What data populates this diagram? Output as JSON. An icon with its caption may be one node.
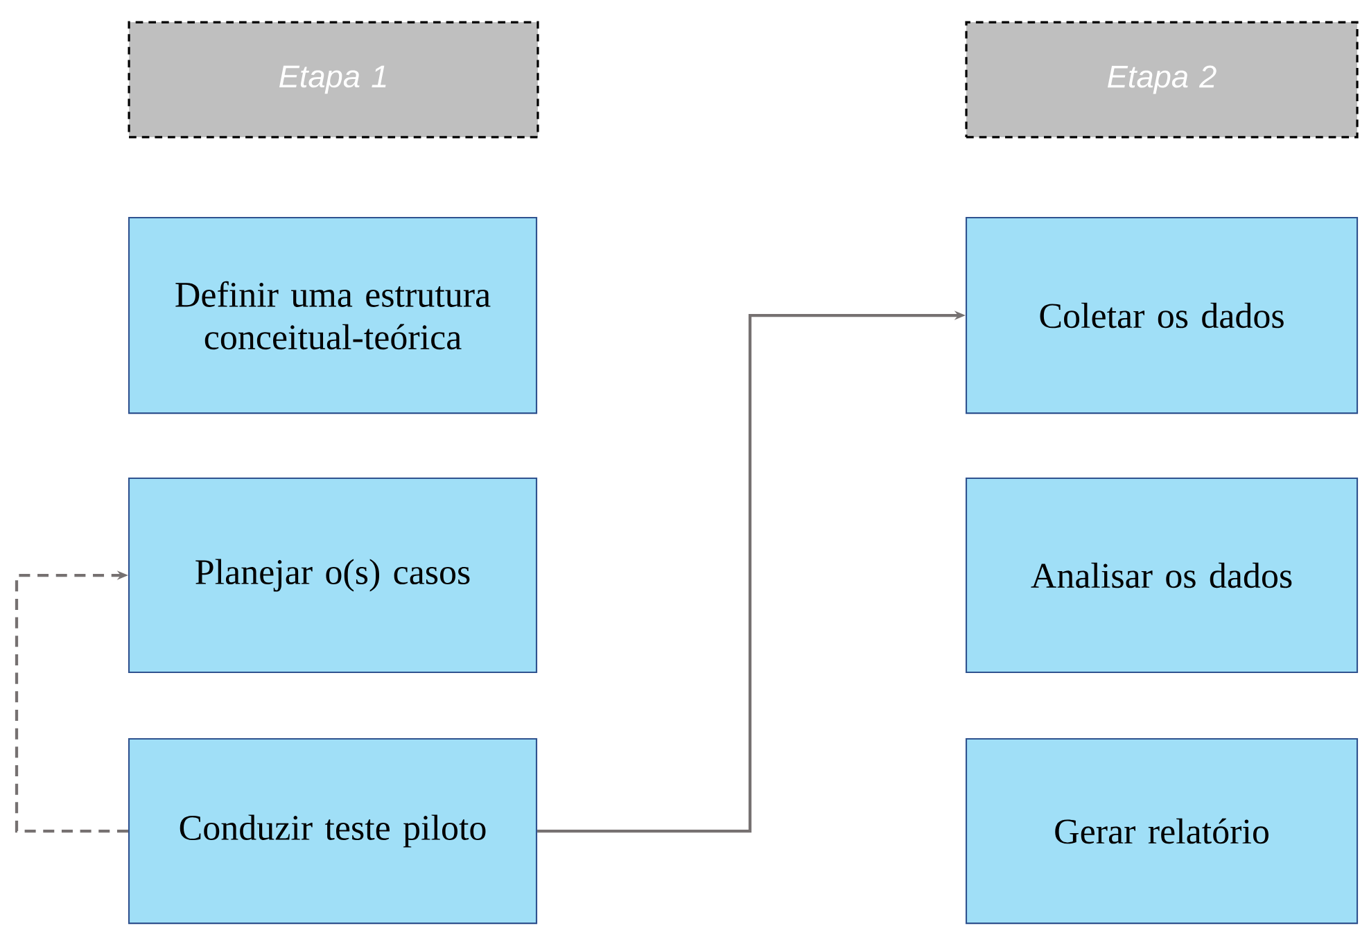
{
  "diagram": {
    "nodes": [
      {
        "text": [
          "Etapa 1"
        ]
      },
      {
        "text": [
          "Etapa 2"
        ]
      },
      {
        "text": [
          "Definir uma estrutura conceitual-teórica"
        ]
      },
      {
        "text": [
          "Coletar os dados"
        ]
      },
      {
        "text": [
          "Planejar o(s) casos"
        ]
      },
      {
        "text": [
          "Analisar os dados"
        ]
      },
      {
        "text": [
          "Conduzir teste piloto"
        ]
      },
      {
        "text": [
          "Gerar relatório"
        ]
      }
    ],
    "edges": [
      {
        "from": 6,
        "to": 4,
        "arrow": "to",
        "style": "dashed"
      },
      {
        "from": 6,
        "to": 3,
        "arrow": "to"
      }
    ]
  }
}
